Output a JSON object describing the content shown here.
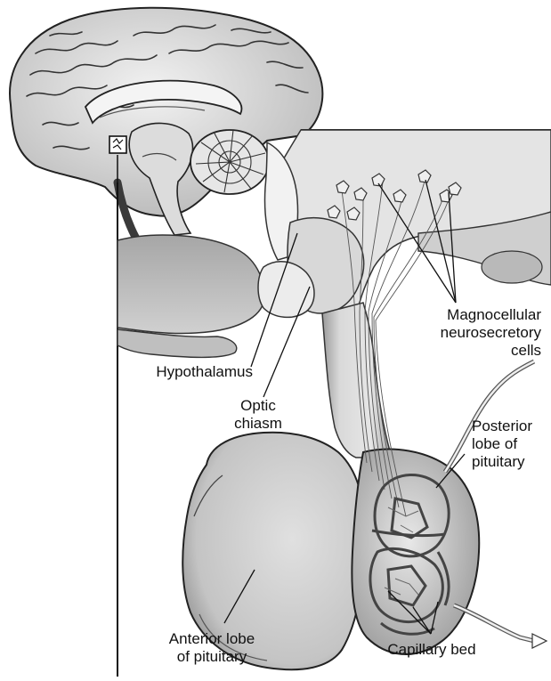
{
  "labels": {
    "hypothalamus": "Hypothalamus",
    "optic_chiasm": [
      "Optic",
      "chiasm"
    ],
    "magnocellular": [
      "Magnocellular",
      "neurosecretory",
      "cells"
    ],
    "posterior_lobe": [
      "Posterior",
      "lobe of",
      "pituitary"
    ],
    "anterior_lobe": [
      "Anterior lobe",
      "of pituitary"
    ],
    "capillary_bed": "Capillary bed"
  }
}
